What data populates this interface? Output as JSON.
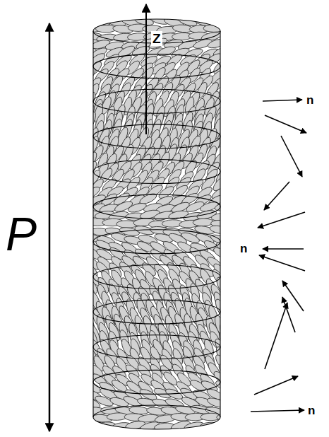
{
  "diagram": {
    "labels": [
      "Z",
      "n",
      "P",
      "n",
      "n"
    ]
  }
}
